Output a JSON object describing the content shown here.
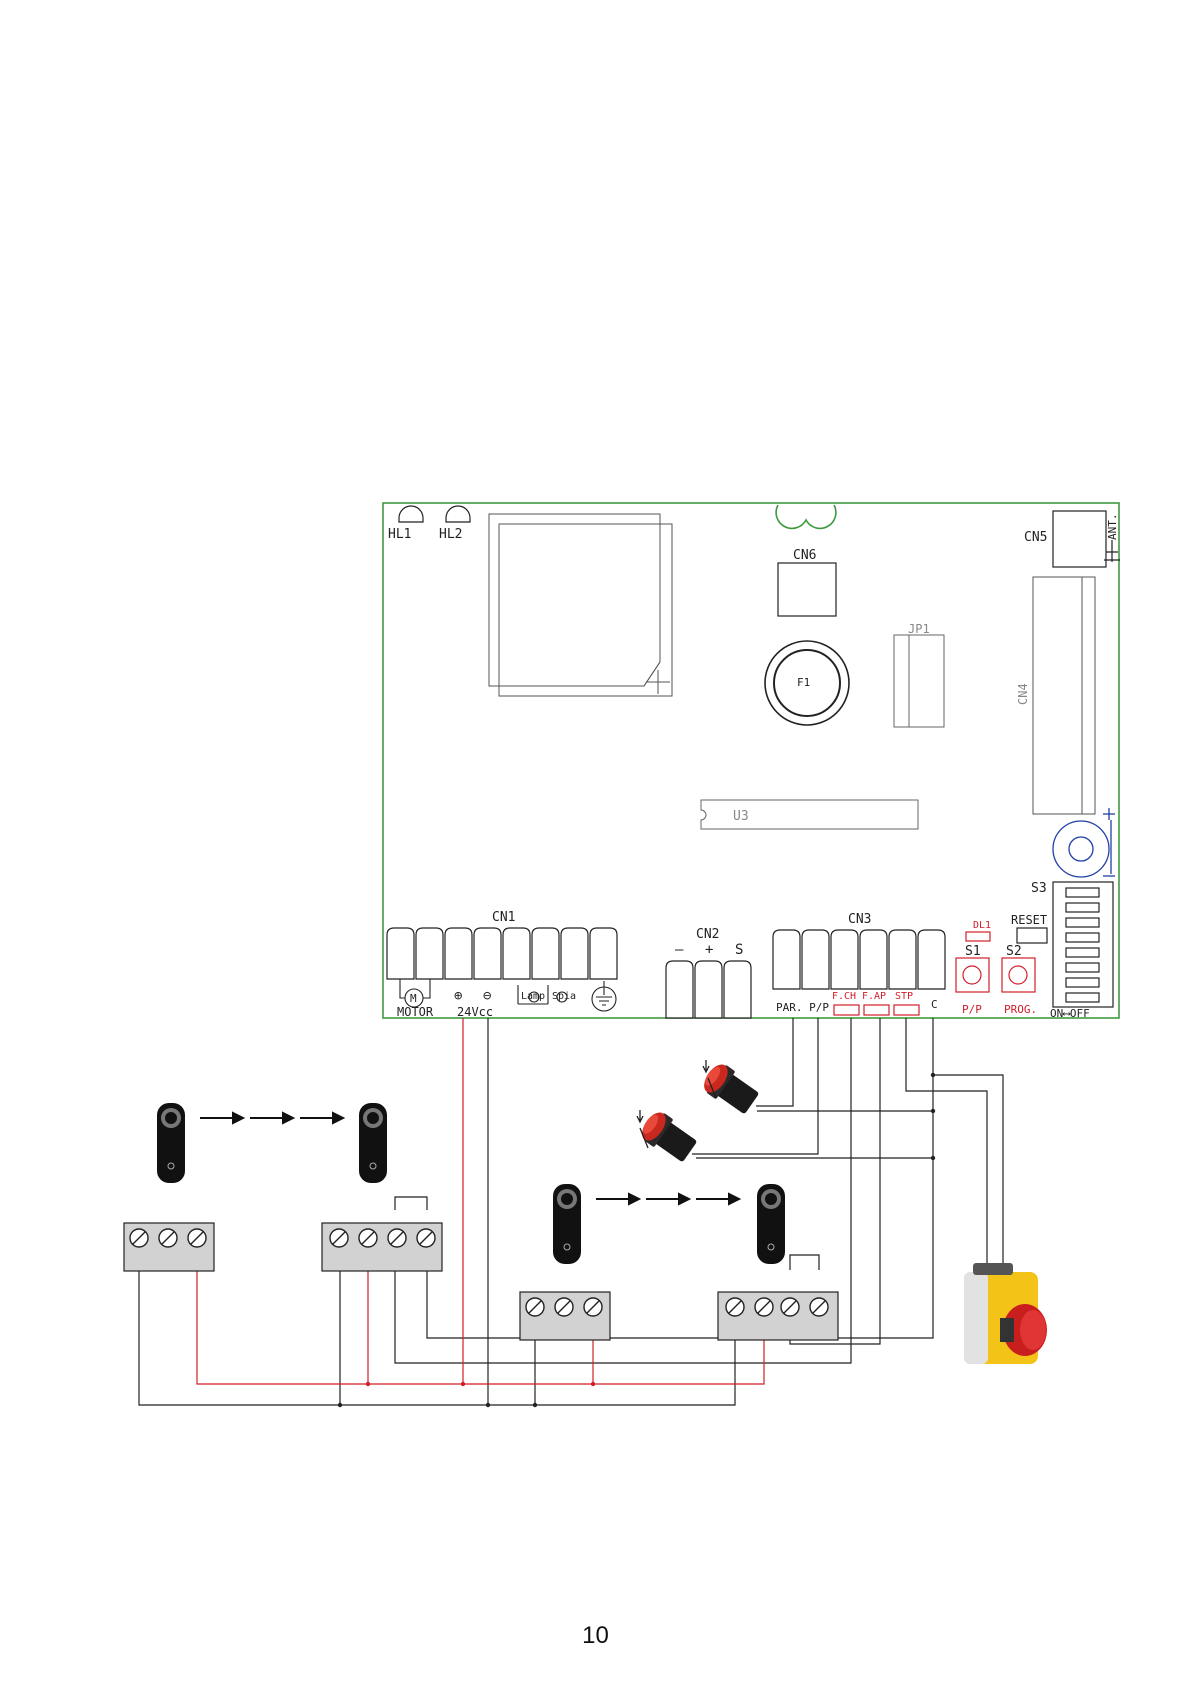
{
  "board": {
    "leds_top": [
      "HL1",
      "HL2"
    ],
    "cn6": "CN6",
    "cn5": "CN5",
    "antenna": "ANT.",
    "fuse": "F1",
    "jp1": "JP1",
    "cn4": "CN4",
    "u3": "U3",
    "s3": "S3",
    "dl1": "DL1",
    "reset": "RESET",
    "s1": "S1",
    "s2": "S2",
    "s1_function": "P/P",
    "s2_function": "PROG.",
    "dip_on_off": "ON⟷OFF",
    "cn1": {
      "name": "CN1",
      "motor": "MOTOR",
      "motor_symbol": "M",
      "vcc_label": "24Vcc",
      "plus_symbol": "⊕",
      "minus_symbol": "⊖",
      "lamp": "Lamp",
      "spia": "Spia"
    },
    "cn2": {
      "name": "CN2",
      "minus": "–",
      "plus": "+",
      "s": "S"
    },
    "cn3": {
      "name": "CN3",
      "par_pp": "PAR. P/P",
      "fch": "F.CH",
      "fap": "F.AP",
      "stp": "STP",
      "c": "C"
    }
  },
  "page_number": "10",
  "colors": {
    "pcb_outline": "#3f9a3f",
    "wire_black": "#222222",
    "wire_red": "#d11f2a",
    "red_labels": "#d11f2a",
    "blue_marks": "#1f3fa6",
    "terminal_fill": "#d2d2d2"
  }
}
